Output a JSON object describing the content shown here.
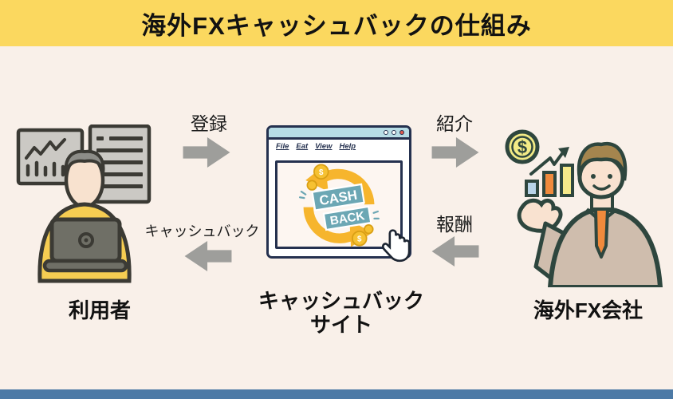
{
  "title": "海外FXキャッシュバックの仕組み",
  "flow": {
    "register": "登録",
    "referral": "紹介",
    "reward": "報酬",
    "cashback": "キャッシュバック"
  },
  "entities": {
    "user": "利用者",
    "site_line1": "キャッシュバック",
    "site_line2": "サイト",
    "company": "海外FX会社"
  },
  "browser": {
    "menu": [
      "File",
      "Eat",
      "View",
      "Help"
    ],
    "logo": {
      "line1": "CASH",
      "line2": "BACK"
    },
    "coin_symbol": "$"
  },
  "colors": {
    "header_bg": "#fbd85f",
    "body_bg": "#f9f0e9",
    "arrow_gray": "#9e9e9b",
    "footer_bar": "#4d7aa6",
    "logo_yellow": "#f6b52d",
    "logo_teal": "#6ca7b4",
    "shirt_yellow": "#f6cd52",
    "tie_orange": "#f08a3c"
  }
}
